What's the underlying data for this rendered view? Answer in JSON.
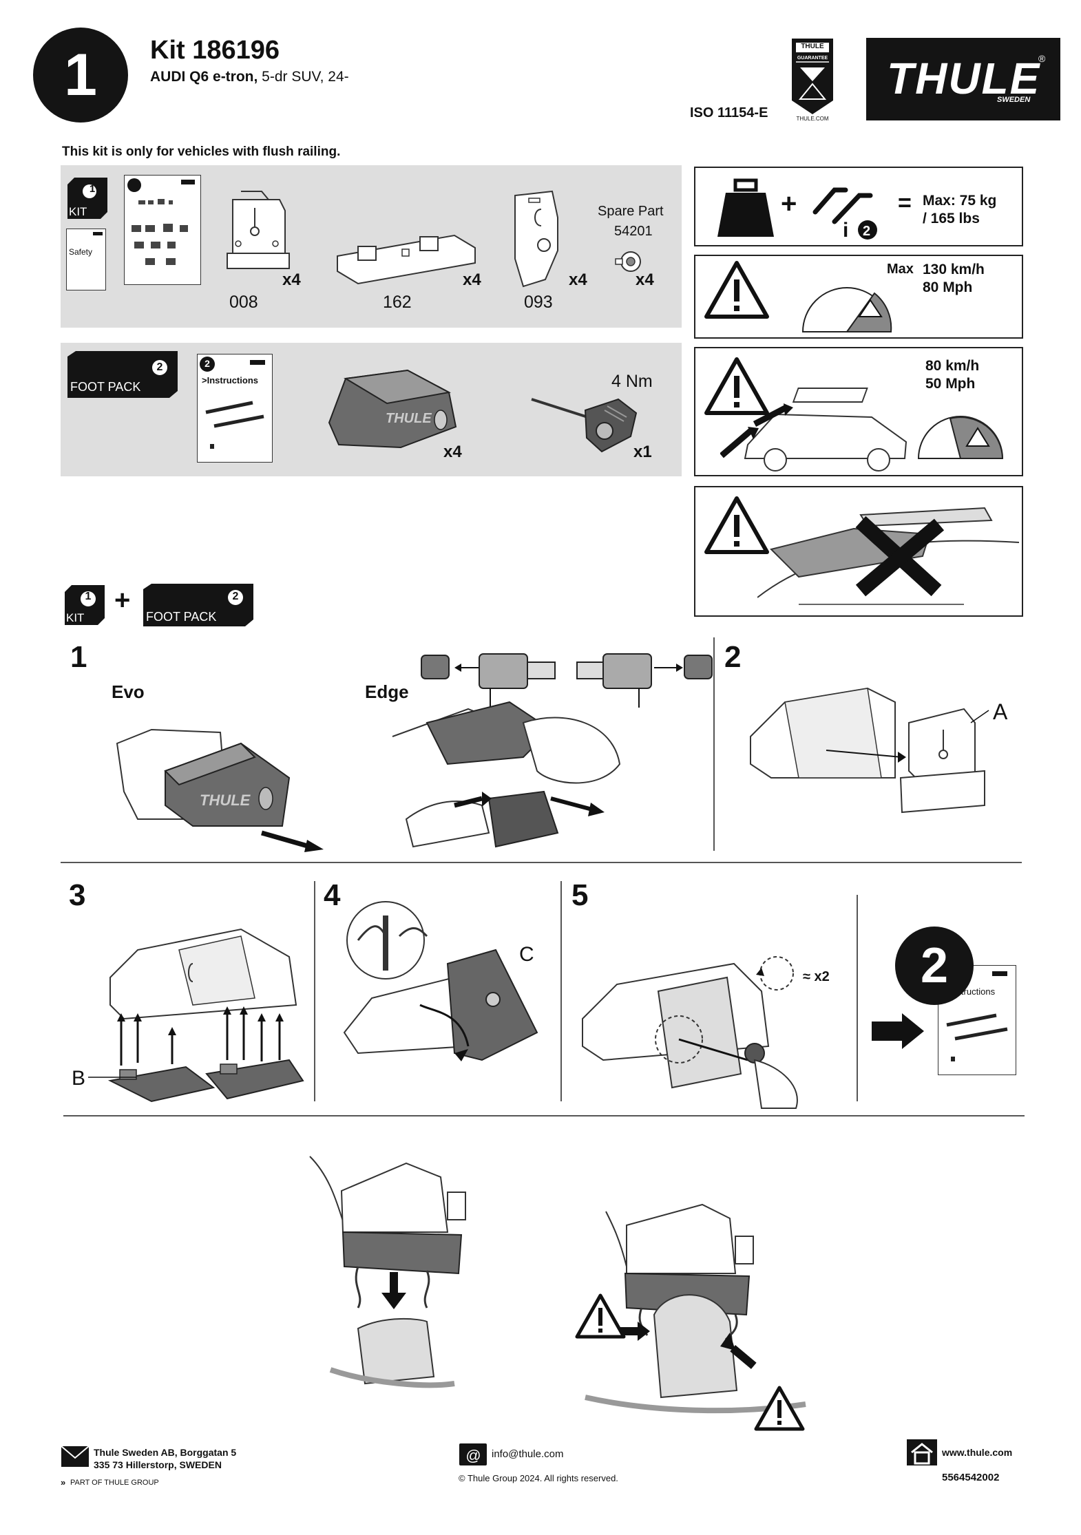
{
  "header": {
    "step_number": "1",
    "kit_title": "Kit 186196",
    "vehicle_bold": "AUDI Q6 e-tron,",
    "vehicle_rest": " 5-dr SUV, 24-",
    "iso": "ISO 11154-E",
    "guarantee_top": "THULE",
    "guarantee_mid": "GUARANTEE",
    "guarantee_bottom": "THULE.COM",
    "brand": "THULE",
    "brand_sub": "SWEDEN",
    "brand_reg": "®"
  },
  "notice": "This kit is only for vehicles with flush railing.",
  "kit_panel": {
    "box_num": "1",
    "box_label": "KIT",
    "safety_label": "Safety",
    "parts": [
      {
        "code": "008",
        "qty": "x4"
      },
      {
        "code": "162",
        "qty": "x4"
      },
      {
        "code": "093",
        "qty": "x4"
      }
    ],
    "spare_part_label": "Spare Part",
    "spare_part_code": "54201",
    "spare_qty": "x4"
  },
  "foot_panel": {
    "box_num": "2",
    "box_label": "FOOT PACK",
    "instructions_num": "2",
    "instructions_label": ">Instructions",
    "foot_qty": "x4",
    "torque": "4 Nm",
    "tool_qty": "x1"
  },
  "specs": {
    "load_max": "Max: 75 kg",
    "load_lbs": "/ 165 lbs",
    "speed_max_label": "Max",
    "speed_kmh": "130 km/h",
    "speed_mph": "80 Mph",
    "wind_kmh": "80 km/h",
    "wind_mph": "50 Mph",
    "eq": "=",
    "plus": "+"
  },
  "combo": {
    "kit_num": "1",
    "kit_label": "KIT",
    "plus": "+",
    "foot_num": "2",
    "foot_label": "FOOT PACK"
  },
  "steps": {
    "s1": "1",
    "evo": "Evo",
    "edge": "Edge",
    "s2": "2",
    "label_a": "A",
    "s3": "3",
    "label_b": "B",
    "s4": "4",
    "label_c": "C",
    "s5": "5",
    "x2": "≈ x2",
    "next_num": "2",
    "next_instructions": ">Instructions"
  },
  "footer": {
    "address1": "Thule Sweden AB, Borggatan 5",
    "address2": "335 73 Hillerstorp, SWEDEN",
    "part_of": "PART OF THULE GROUP",
    "email": "info@thule.com",
    "copyright": "© Thule Group 2024. All rights reserved.",
    "web": "www.thule.com",
    "doc_number": "5564542002"
  }
}
